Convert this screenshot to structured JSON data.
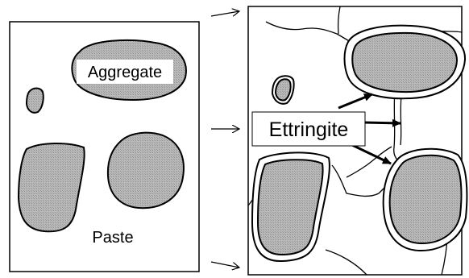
{
  "labels": {
    "aggregate": "Aggregate",
    "paste": "Paste",
    "ettringite": "Ettringite"
  }
}
